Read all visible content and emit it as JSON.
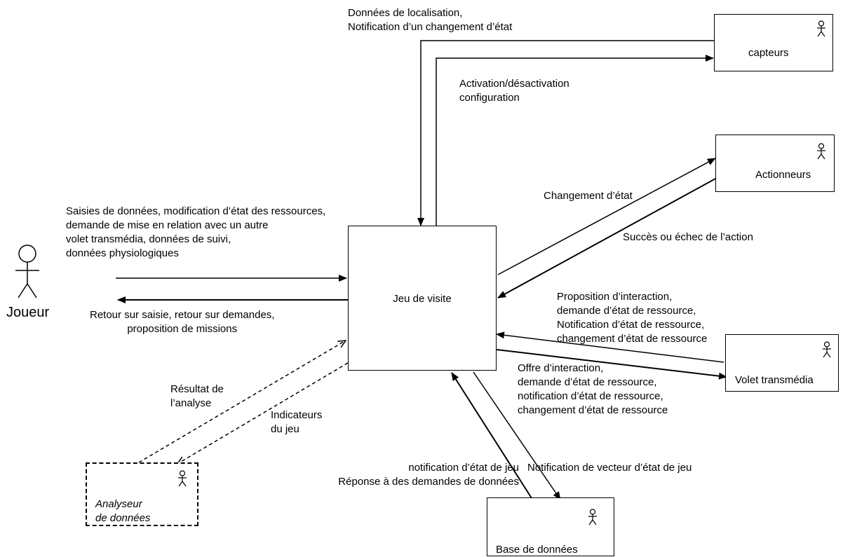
{
  "central": {
    "label": "Jeu de visite"
  },
  "player": {
    "label": "Joueur"
  },
  "boxes": {
    "capteurs": "capteurs",
    "actionneurs": "Actionneurs",
    "transmedia": "Volet transmédia",
    "base": "Base de données",
    "analyseur": "Analyseur\nde données"
  },
  "flows": {
    "sensors_in": "Données de localisation,\nNotification d’un changement d’état",
    "sensors_out": "Activation/désactivation\nconfiguration",
    "act_out": "Changement d’état",
    "act_in": "Succès ou échec de l’action",
    "player_in": "Saisies de données, modification d’état des ressources,\ndemande de mise en relation avec un autre\nvolet transmédia, données de suivi,\ndonnées physiologiques",
    "player_out": "Retour sur saisie, retour sur demandes,\nproposition de missions",
    "trans_in": "Proposition d’interaction,\ndemande d’état de ressource,\nNotification d’état de ressource,\nchangement d’état de ressource",
    "trans_out": "Offre d’interaction,\ndemande d’état de ressource,\nnotification d’état de ressource,\nchangement d’état de ressource",
    "db_in": "notification d’état de jeu\nRéponse à des demandes de données",
    "db_out": "Notification de vecteur d’état de jeu",
    "analysis_result": "Résultat de\nl’analyse",
    "analysis_indicators": "Indicateurs\ndu jeu"
  }
}
